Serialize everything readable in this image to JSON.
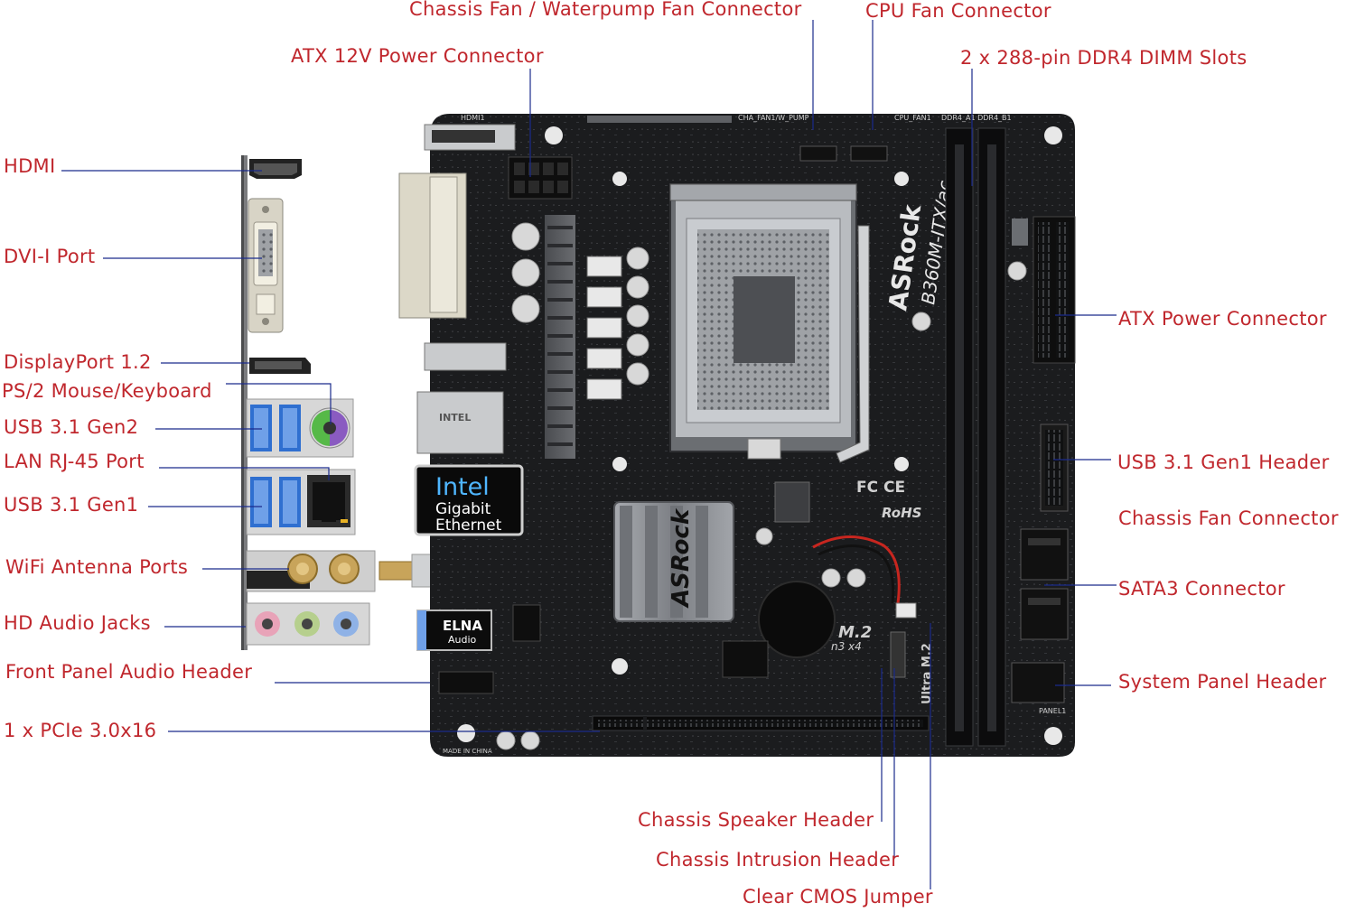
{
  "colors": {
    "label": "#c0272d",
    "leader": "#1a2b8c",
    "pcb": "#1b1c1e",
    "heatsink": "#8c8f94",
    "socket": "#b9bcc0",
    "usb_blue": "#2f6fd0"
  },
  "labels": {
    "chassis_fan_waterpump": "Chassis Fan / Waterpump Fan Connector",
    "cpu_fan": "CPU Fan Connector",
    "atx12v": "ATX 12V Power Connector",
    "dimm": "2 x 288-pin DDR4 DIMM Slots",
    "hdmi": "HDMI",
    "dvi": "DVI-I Port",
    "displayport": "DisplayPort 1.2",
    "ps2": "PS/2 Mouse/Keyboard",
    "usb_gen2": "USB 3.1 Gen2",
    "lan": "LAN RJ-45 Port",
    "usb_gen1": "USB 3.1 Gen1",
    "wifi": "WiFi Antenna Ports",
    "hd_audio": "HD Audio Jacks",
    "front_audio": "Front Panel Audio Header",
    "pcie": "1 x PCIe 3.0x16",
    "atx_power": "ATX Power Connector",
    "usb_gen1_header": "USB 3.1 Gen1 Header",
    "chassis_fan": "Chassis Fan Connector",
    "sata3": "SATA3 Connector",
    "system_panel": "System Panel Header",
    "speaker": "Chassis Speaker Header",
    "intrusion": "Chassis Intrusion Header",
    "clear_cmos": "Clear CMOS Jumper"
  },
  "board": {
    "brand": "ASRock",
    "model": "B360M-ITX/ac",
    "heatsink_brand": "ASRock",
    "intel_line1": "Intel",
    "intel_line2": "Gigabit",
    "intel_line3": "Ethernet",
    "elna_line1": "ELNA",
    "elna_line2": "Audio",
    "m2_label": "Ultra M.2",
    "m2_big": "M.2",
    "m2_sub": "n3 x4",
    "rohs": "RoHS",
    "fcce": "FC CE",
    "silk_hdmi": "HDMI1",
    "silk_cha_fan": "CHA_FAN1/W_PUMP",
    "silk_cpu_fan": "CPU_FAN1",
    "silk_ddr4": "DDR4_A1  DDR4_B1",
    "silk_panel": "PANEL1",
    "silk_made": "MADE IN CHINA",
    "silk_lan_chip": "INTEL"
  }
}
